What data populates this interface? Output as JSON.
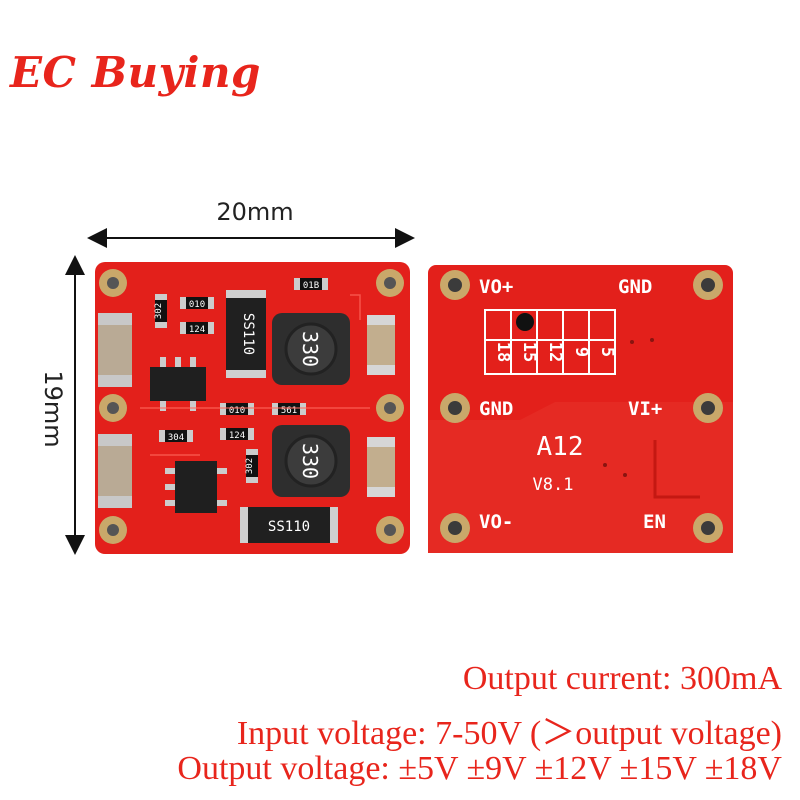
{
  "brand": "EC Buying",
  "dimensions": {
    "width_label": "20mm",
    "height_label": "19mm"
  },
  "back_board": {
    "pins": {
      "vo_plus": "VO+",
      "gnd_top": "GND",
      "gnd_mid": "GND",
      "vi_plus": "VI+",
      "vo_minus": "VO-",
      "en": "EN"
    },
    "model": "A12",
    "version": "V8.1",
    "jumper_values": [
      "18",
      "15",
      "12",
      "9",
      "5"
    ]
  },
  "front_board": {
    "inductor_top": "330",
    "inductor_bottom": "330",
    "diode_top": "SS110",
    "diode_bottom": "SS110",
    "resistors": [
      "010",
      "124",
      "01B",
      "302",
      "304",
      "010",
      "561",
      "124",
      "302"
    ]
  },
  "specs": [
    "Output current: 300mA",
    "Input voltage: 7-50V (＞output voltage)",
    "Output voltage: ±5V ±9V ±12V ±15V ±18V"
  ],
  "colors": {
    "brand": "#e8251c",
    "pcb": "#e3201b",
    "text_red": "#e8251c"
  }
}
